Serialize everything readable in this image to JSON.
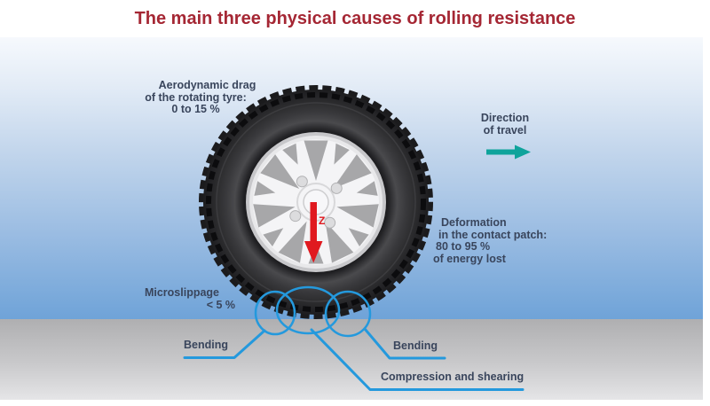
{
  "title": "The main three physical causes of rolling resistance",
  "annotations": {
    "aerodynamic": {
      "lines": [
        "Aerodynamic drag",
        "of the rotating tyre:",
        "0 to 15 %"
      ]
    },
    "direction": {
      "lines": [
        "Direction",
        "of travel"
      ]
    },
    "deformation": {
      "lines": [
        "Deformation",
        "in the contact patch:",
        "80 to 95 %",
        "of energy lost"
      ]
    },
    "microslippage": {
      "lines": [
        "Microslippage",
        "< 5 %"
      ]
    },
    "bending_left": "Bending",
    "bending_right": "Bending",
    "compression": "Compression and shearing",
    "load_axis": "Z"
  },
  "colors": {
    "title_red": "#a52734",
    "label_text": "#39455c",
    "callout_blue": "#2499dd",
    "direction_teal": "#0fa39b",
    "load_arrow_red": "#e0191f",
    "sky_top": "#f6f9fd",
    "sky_bottom": "#6fa3d8",
    "ground_gray": "#afafb1"
  },
  "icons": {
    "direction_arrow": "right-arrow",
    "load_arrow": "down-arrow"
  }
}
